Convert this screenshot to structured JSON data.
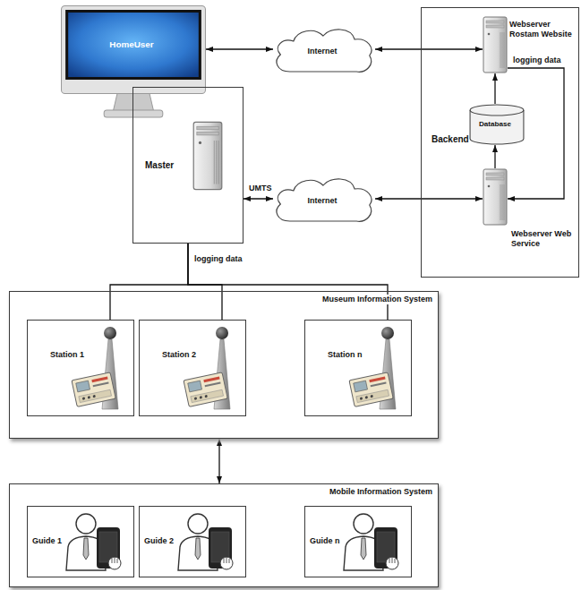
{
  "diagram": {
    "nodes": [
      {
        "text": [
          "HomeUser"
        ]
      },
      {
        "text": [
          "Internet"
        ]
      },
      {
        "text": [
          "Backend"
        ]
      },
      {
        "text": [
          "Webserver Rostam Website"
        ],
        "in": 2
      },
      {
        "text": [
          "Database"
        ],
        "in": 2
      },
      {
        "text": [
          "Webserver Web Service"
        ],
        "in": 2
      },
      {
        "text": [
          "Master"
        ]
      },
      {
        "text": [
          "Internet"
        ]
      },
      {
        "text": [
          "Museum Information System"
        ]
      },
      {
        "text": [
          "Station 1"
        ],
        "in": 8
      },
      {
        "text": [
          "Station 2"
        ],
        "in": 8
      },
      {
        "text": [
          "Station n"
        ],
        "in": 8
      },
      {
        "text": [
          "Mobile Information System"
        ]
      },
      {
        "text": [
          "Guide 1"
        ],
        "in": 12
      },
      {
        "text": [
          "Guide 2"
        ],
        "in": 12
      },
      {
        "text": [
          "Guide n"
        ],
        "in": 12
      }
    ],
    "edges": [
      {
        "from": 0,
        "to": 1,
        "arrow": "both"
      },
      {
        "from": 1,
        "to": 3,
        "arrow": "both"
      },
      {
        "from": 3,
        "to": 5,
        "label": "logging data",
        "arrow": "to"
      },
      {
        "from": 5,
        "to": 4,
        "arrow": "to"
      },
      {
        "from": 4,
        "to": 3,
        "arrow": "to"
      },
      {
        "from": 6,
        "to": 7,
        "label": "UMTS",
        "arrow": "both"
      },
      {
        "from": 7,
        "to": 5,
        "arrow": "both"
      },
      {
        "from": 9,
        "to": 6,
        "arrow": "none"
      },
      {
        "from": 10,
        "to": 6,
        "label": "logging data",
        "arrow": "none"
      },
      {
        "from": 11,
        "to": 6,
        "arrow": "none"
      },
      {
        "from": 8,
        "to": 12,
        "arrow": "both"
      }
    ]
  }
}
